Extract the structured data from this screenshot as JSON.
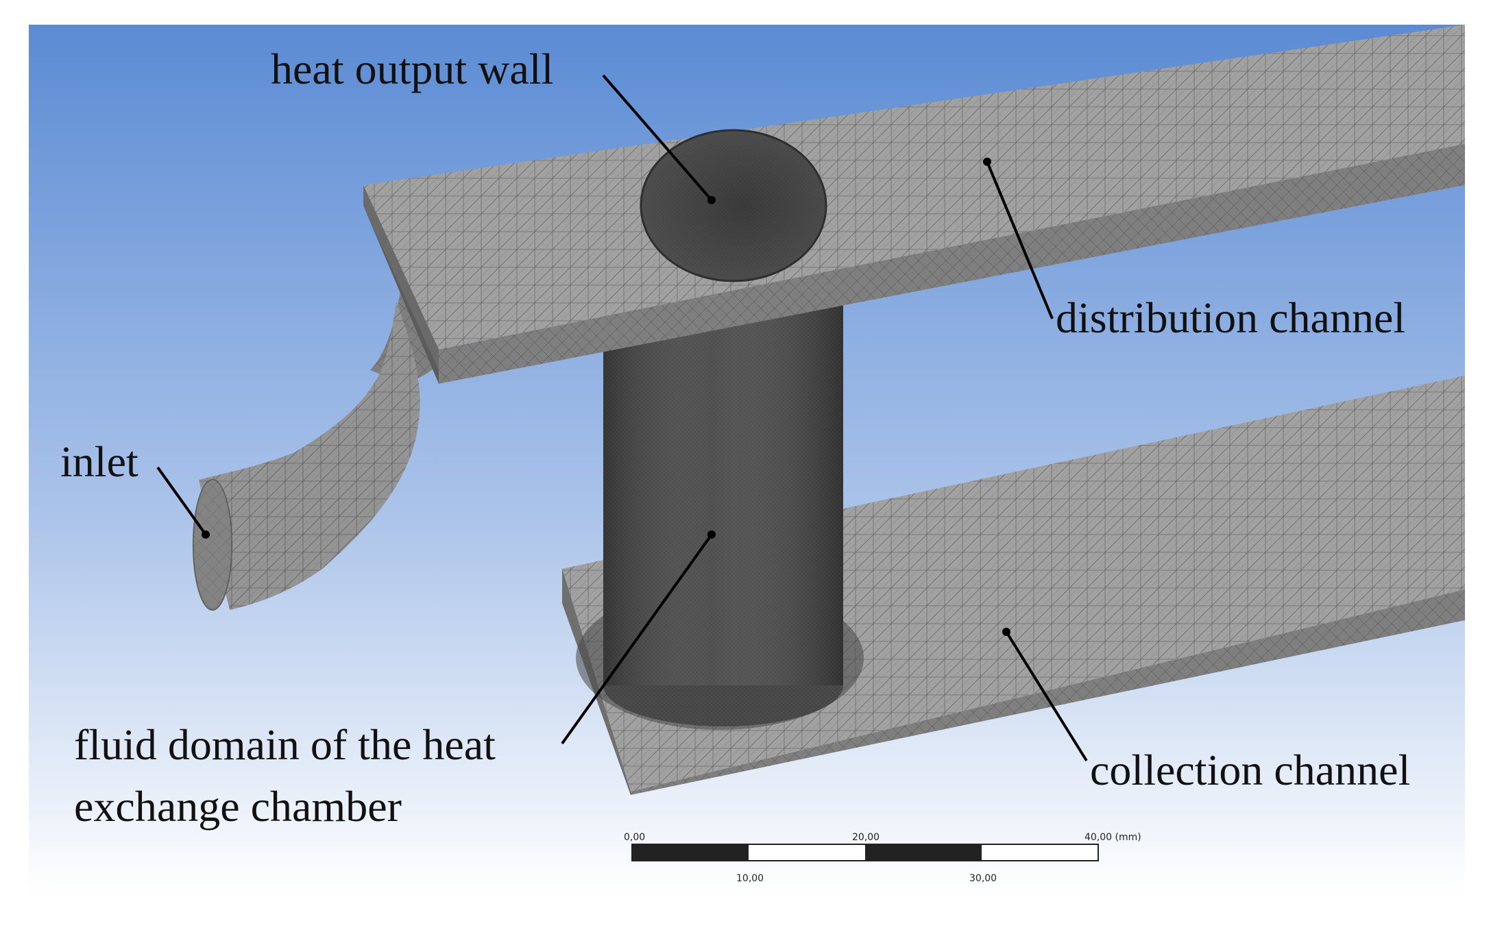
{
  "labels": {
    "heat_output_wall": "heat output wall",
    "distribution_channel": "distribution channel",
    "inlet": "inlet",
    "fluid_domain_line1": "fluid domain of the heat",
    "fluid_domain_line2": "exchange chamber",
    "collection_channel": "collection channel"
  },
  "scale_bar": {
    "top_ticks": [
      "0,00",
      "20,00",
      "40,00 (mm)"
    ],
    "bottom_ticks": [
      "10,00",
      "30,00"
    ]
  },
  "colors": {
    "background_top": "#5f8fd6",
    "background_bottom": "#ffffff",
    "mesh_surface": "#9c9c9c",
    "mesh_dense": "#4a4a4a"
  }
}
